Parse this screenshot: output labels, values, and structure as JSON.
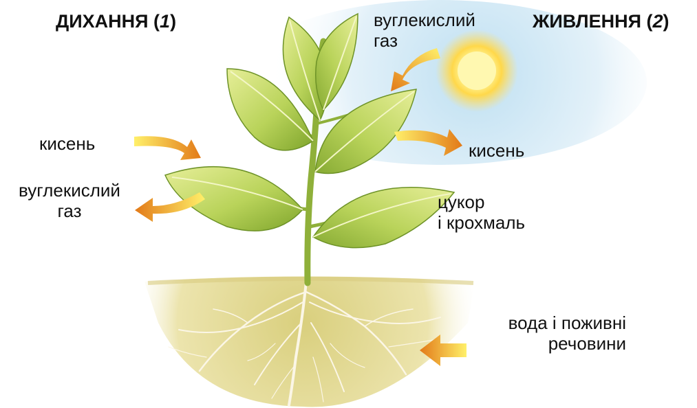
{
  "titles": {
    "respiration": {
      "text": "ДИХАННЯ (",
      "num": "1",
      "close": ")"
    },
    "nutrition": {
      "text": "ЖИВЛЕННЯ (",
      "num": "2",
      "close": ")"
    }
  },
  "labels": {
    "co2_in_line1": "вуглекислий",
    "co2_in_line2": "газ",
    "oxygen_in": "кисень",
    "co2_out_line1": "вуглекислий",
    "co2_out_line2": "газ",
    "oxygen_out": "кисень",
    "sugar_line1": "цукор",
    "sugar_line2": "і крохмаль",
    "water_line1": "вода і поживні",
    "water_line2": "речовини"
  },
  "colors": {
    "arrow_light": "#ffe34d",
    "arrow_dark": "#e27a18",
    "leaf_light": "#dfe98a",
    "leaf_dark": "#7fa52c",
    "soil": "#e8de9c",
    "sun": "#fff27a",
    "sky": "#cfe6f3"
  },
  "icons": [
    "sun-icon",
    "plant-illustration",
    "roots-illustration"
  ]
}
